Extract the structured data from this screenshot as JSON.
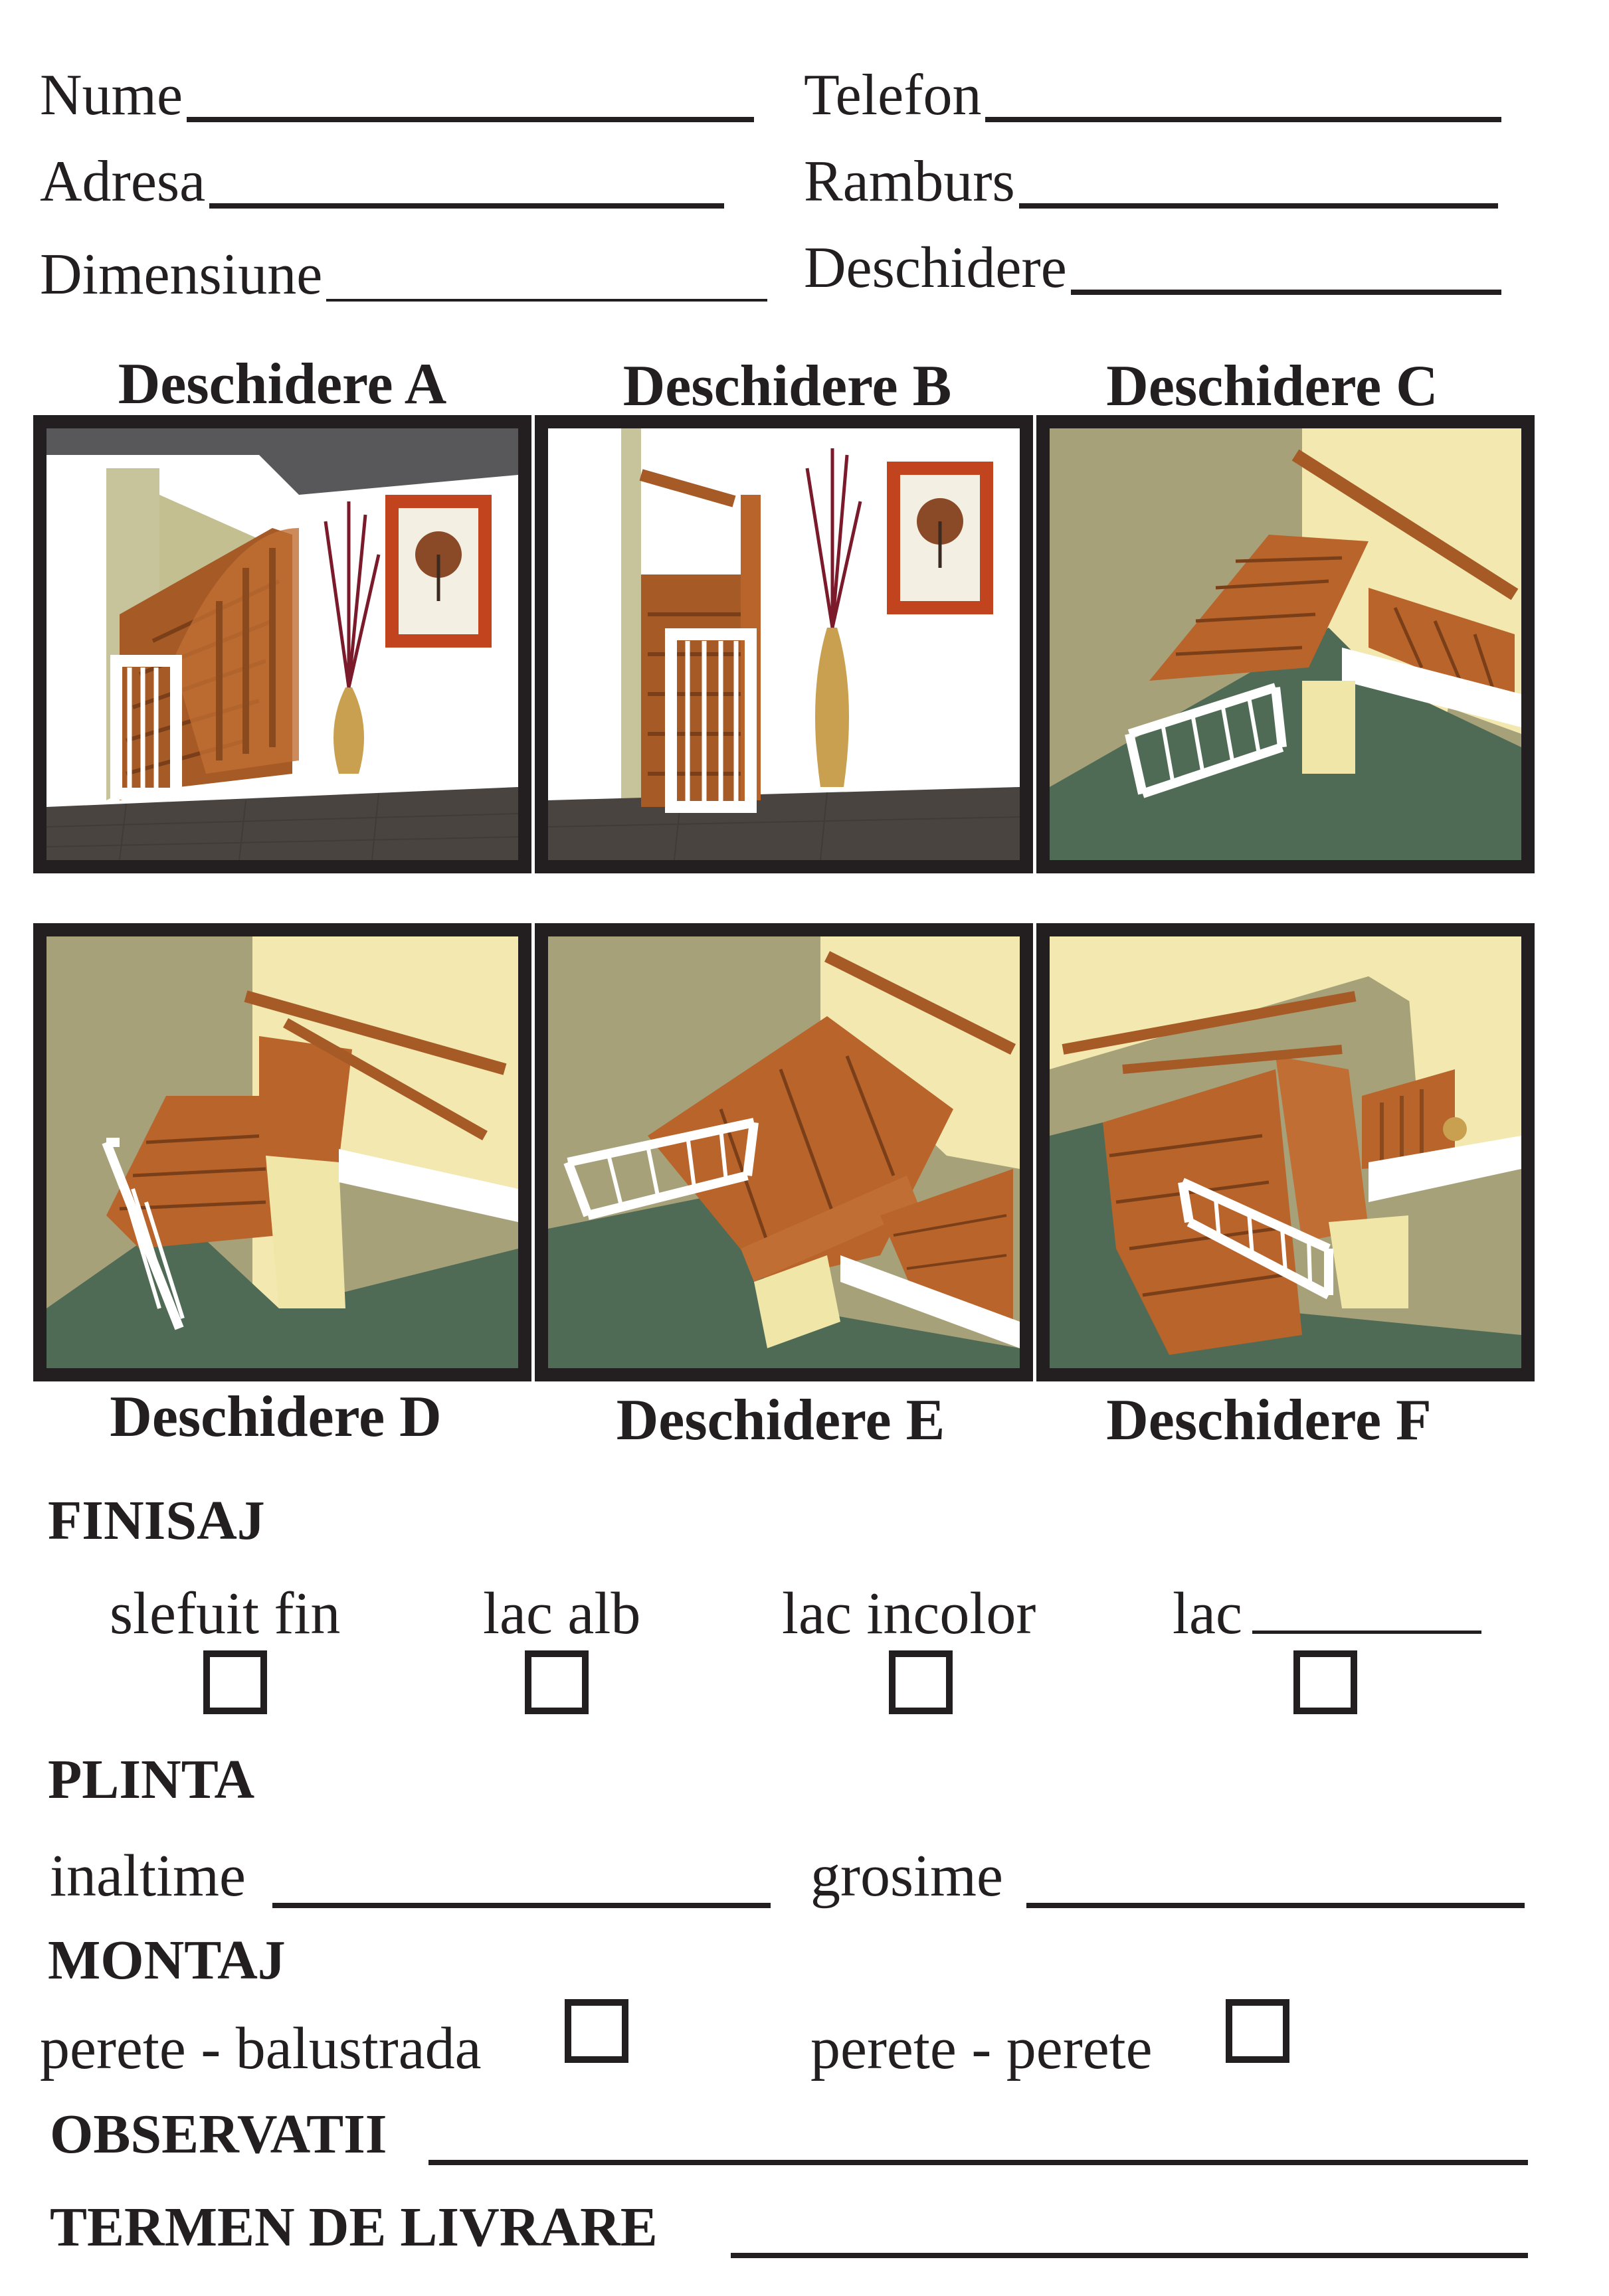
{
  "header": {
    "name_label": "Nume",
    "phone_label": "Telefon",
    "address_label": "Adresa",
    "rambus_label": "Ramburs",
    "dimension_label": "Dimensiune",
    "opening_label": "Deschidere"
  },
  "openings": [
    {
      "label": "Deschidere A"
    },
    {
      "label": "Deschidere B"
    },
    {
      "label": "Deschidere C"
    },
    {
      "label": "Deschidere D"
    },
    {
      "label": "Deschidere E"
    },
    {
      "label": "Deschidere F"
    }
  ],
  "finisaj": {
    "title": "FINISAJ",
    "options": [
      "slefuit fin",
      "lac alb",
      "lac incolor",
      "lac"
    ]
  },
  "plinta": {
    "title": "PLINTA",
    "height_label": "inaltime",
    "thickness_label": "grosime"
  },
  "montaj": {
    "title": "MONTAJ",
    "option_wall_balustrade": "perete - balustrada",
    "option_wall_wall": "perete - perete"
  },
  "observatii_label": "OBSERVATII",
  "termen_label": "TERMEN DE LIVRARE",
  "colors": {
    "ink": "#231f20",
    "wood": "#b8642a",
    "wall_olive": "#a7a17a",
    "wall_cream": "#f2e8b0",
    "carpet": "#4f6b55",
    "floor_dark": "#4a4440"
  }
}
